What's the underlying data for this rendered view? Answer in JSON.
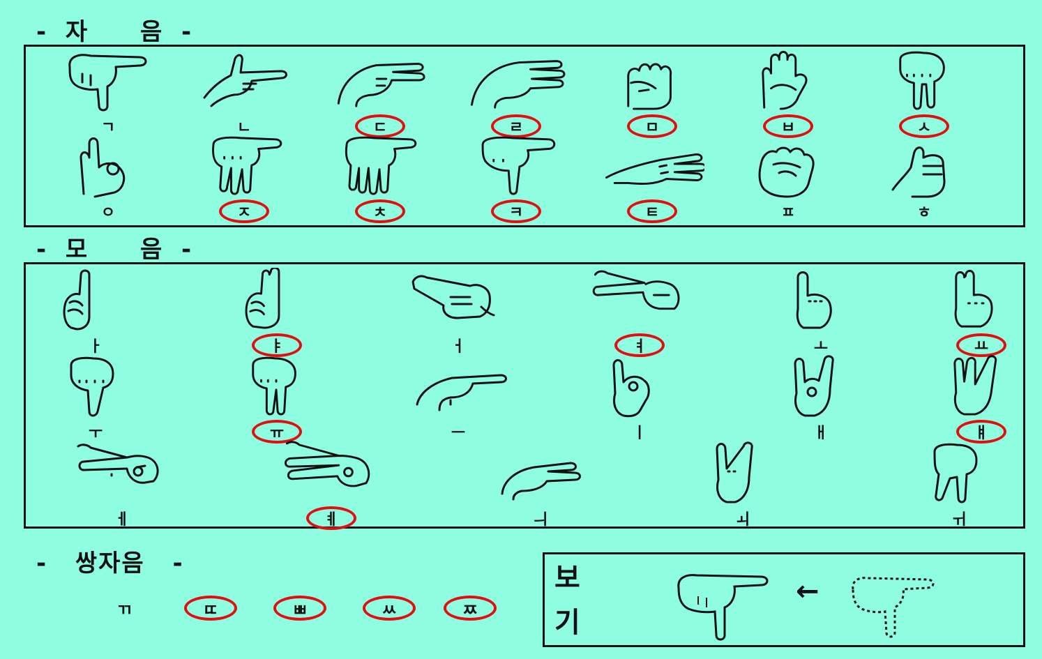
{
  "sections": {
    "consonants": {
      "dash_left": "-",
      "title": "자 음",
      "dash_right": "-"
    },
    "vowels": {
      "dash_left": "-",
      "title": "모 음",
      "dash_right": "-"
    },
    "double": {
      "dash_left": "-",
      "title": "쌍자음",
      "dash_right": "-"
    }
  },
  "consonants": [
    {
      "label": "ㄱ",
      "circled": false,
      "icon": "hand-point-down-icon"
    },
    {
      "label": "ㄴ",
      "circled": false,
      "icon": "hand-l-shape-icon"
    },
    {
      "label": "ㄷ",
      "circled": true,
      "icon": "hand-two-fingers-side-icon"
    },
    {
      "label": "ㄹ",
      "circled": true,
      "icon": "hand-three-fingers-side-icon"
    },
    {
      "label": "ㅁ",
      "circled": true,
      "icon": "hand-fist-icon"
    },
    {
      "label": "ㅂ",
      "circled": true,
      "icon": "hand-flat-up-icon"
    },
    {
      "label": "ㅅ",
      "circled": true,
      "icon": "hand-two-fingers-down-icon"
    },
    {
      "label": "ㅇ",
      "circled": false,
      "icon": "hand-o-shape-icon"
    },
    {
      "label": "ㅈ",
      "circled": true,
      "icon": "hand-three-fingers-down-icon"
    },
    {
      "label": "ㅊ",
      "circled": true,
      "icon": "hand-four-fingers-down-icon"
    },
    {
      "label": "ㅋ",
      "circled": true,
      "icon": "hand-index-down-thumb-side-icon"
    },
    {
      "label": "ㅌ",
      "circled": true,
      "icon": "hand-three-fingers-flat-icon"
    },
    {
      "label": "ㅍ",
      "circled": false,
      "icon": "hand-fist-front-icon"
    },
    {
      "label": "ㅎ",
      "circled": false,
      "icon": "hand-thumb-up-icon"
    }
  ],
  "vowels": [
    {
      "label": "ㅏ",
      "circled": false,
      "icon": "hand-index-up-icon"
    },
    {
      "label": "ㅑ",
      "circled": true,
      "icon": "hand-two-fingers-up-icon"
    },
    {
      "label": "ㅓ",
      "circled": false,
      "icon": "hand-index-side-icon"
    },
    {
      "label": "ㅕ",
      "circled": true,
      "icon": "hand-two-fingers-side-left-icon"
    },
    {
      "label": "ㅗ",
      "circled": false,
      "icon": "hand-index-up-back-icon"
    },
    {
      "label": "ㅛ",
      "circled": true,
      "icon": "hand-two-up-back-icon"
    },
    {
      "label": "ㅜ",
      "circled": false,
      "icon": "hand-index-down-icon"
    },
    {
      "label": "ㅠ",
      "circled": true,
      "icon": "hand-two-down-icon"
    },
    {
      "label": "ㅡ",
      "circled": false,
      "icon": "hand-index-flat-icon"
    },
    {
      "label": "ㅣ",
      "circled": false,
      "icon": "hand-pinky-up-icon"
    },
    {
      "label": "ㅐ",
      "circled": false,
      "icon": "hand-index-pinky-up-icon"
    },
    {
      "label": "ㅒ",
      "circled": true,
      "icon": "hand-two-pinky-up-icon"
    },
    {
      "label": "ㅔ",
      "circled": false,
      "icon": "hand-index-pinky-side-icon"
    },
    {
      "label": "ㅖ",
      "circled": true,
      "icon": "hand-two-pinky-side-icon"
    },
    {
      "label": "ㅢ",
      "circled": false,
      "icon": "hand-index-side-thumb-icon"
    },
    {
      "label": "ㅚ",
      "circled": false,
      "icon": "hand-index-pinky-back-icon"
    },
    {
      "label": "ㅟ",
      "circled": false,
      "icon": "hand-index-pinky-down-icon"
    }
  ],
  "double_consonants": [
    {
      "label": "ㄲ",
      "circled": false
    },
    {
      "label": "ㄸ",
      "circled": true
    },
    {
      "label": "ㅃ",
      "circled": true
    },
    {
      "label": "ㅆ",
      "circled": true
    },
    {
      "label": "ㅉ",
      "circled": true
    }
  ],
  "example": {
    "heading_1": "보",
    "heading_2": "기",
    "arrow": "←",
    "icons": [
      "hand-point-down-icon",
      "hand-point-down-outline-icon"
    ]
  },
  "colors": {
    "background": "#8ffde0",
    "circle": "#e01010",
    "ink": "#111111"
  }
}
